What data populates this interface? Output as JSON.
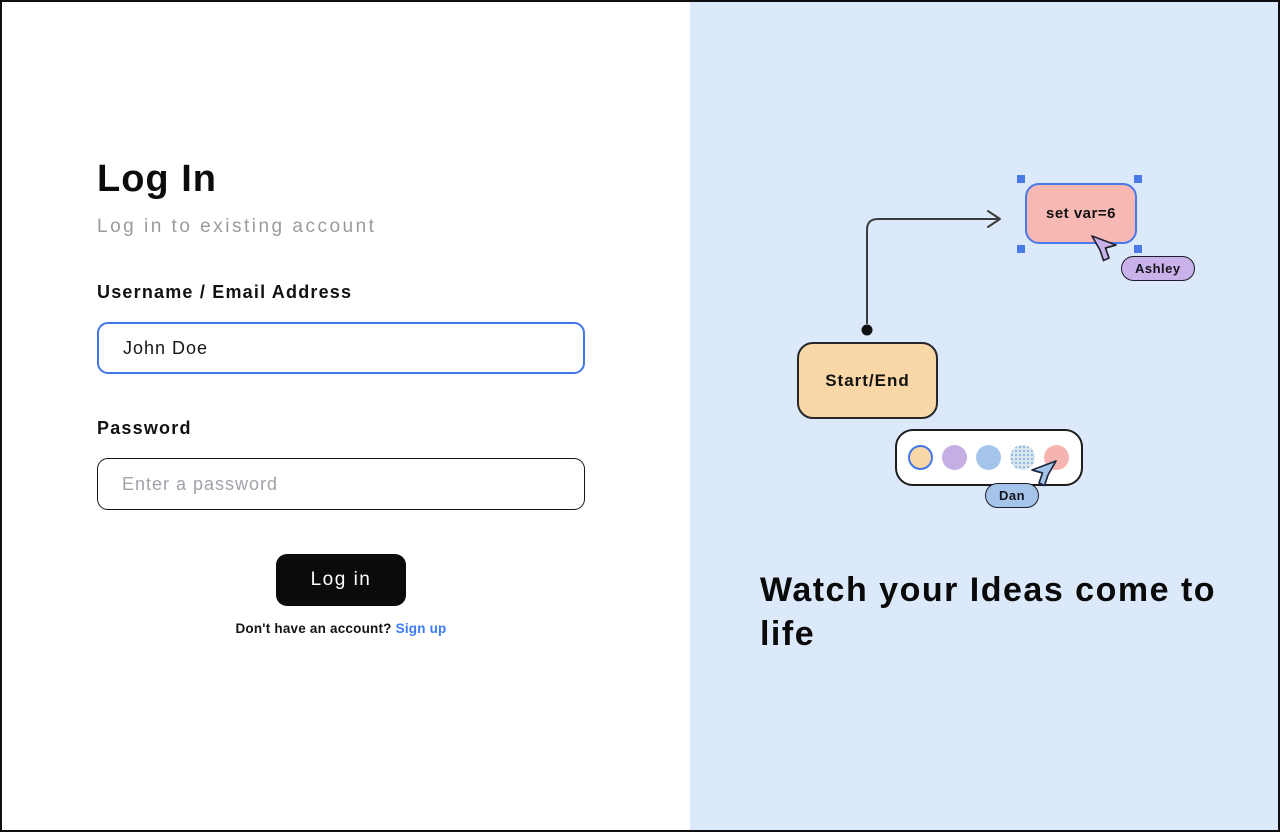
{
  "login": {
    "title": "Log In",
    "subtitle": "Log in to existing account",
    "username_label": "Username / Email Address",
    "username_value": "John Doe",
    "password_label": "Password",
    "password_placeholder": "Enter a password",
    "button_label": "Log in",
    "signup_prompt": "Don't have an account?",
    "signup_link": "Sign up"
  },
  "hero": {
    "headline": "Watch your Ideas come to life",
    "flowchart": {
      "node_set_var": "set var=6",
      "node_start_end": "Start/End",
      "cursor_labels": [
        "Ashley",
        "Dan"
      ],
      "palette_swatches": [
        "orange-selected",
        "purple",
        "blue",
        "dotted-blue",
        "pink"
      ]
    }
  },
  "colors": {
    "accent_blue": "#4276E9",
    "link_blue": "#3B7BF5",
    "right_panel_bg": "#DCE9FB",
    "node_pink": "#F8B9B5",
    "node_orange": "#FAD7A6",
    "cursor_purple": "#C8B2E9",
    "cursor_blue": "#A4C4EA",
    "button_black": "#0B0B0B"
  }
}
